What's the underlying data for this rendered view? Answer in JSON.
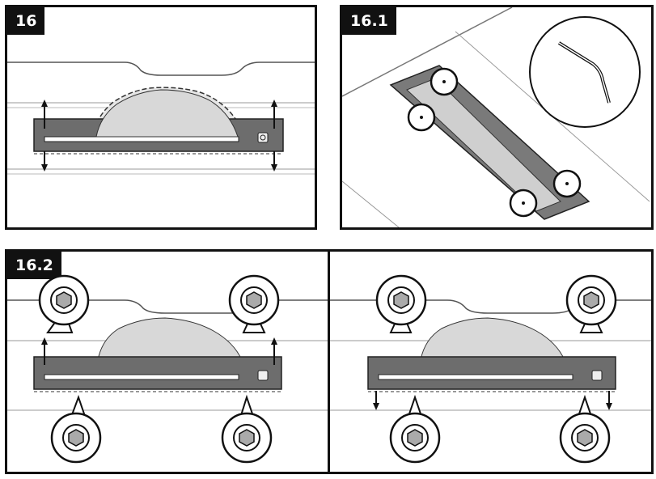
{
  "figures": [
    {
      "id": "p16",
      "label": "16"
    },
    {
      "id": "p161",
      "label": "16.1"
    },
    {
      "id": "p162",
      "label": "16.2"
    },
    {
      "id": "p163",
      "label": ""
    }
  ]
}
